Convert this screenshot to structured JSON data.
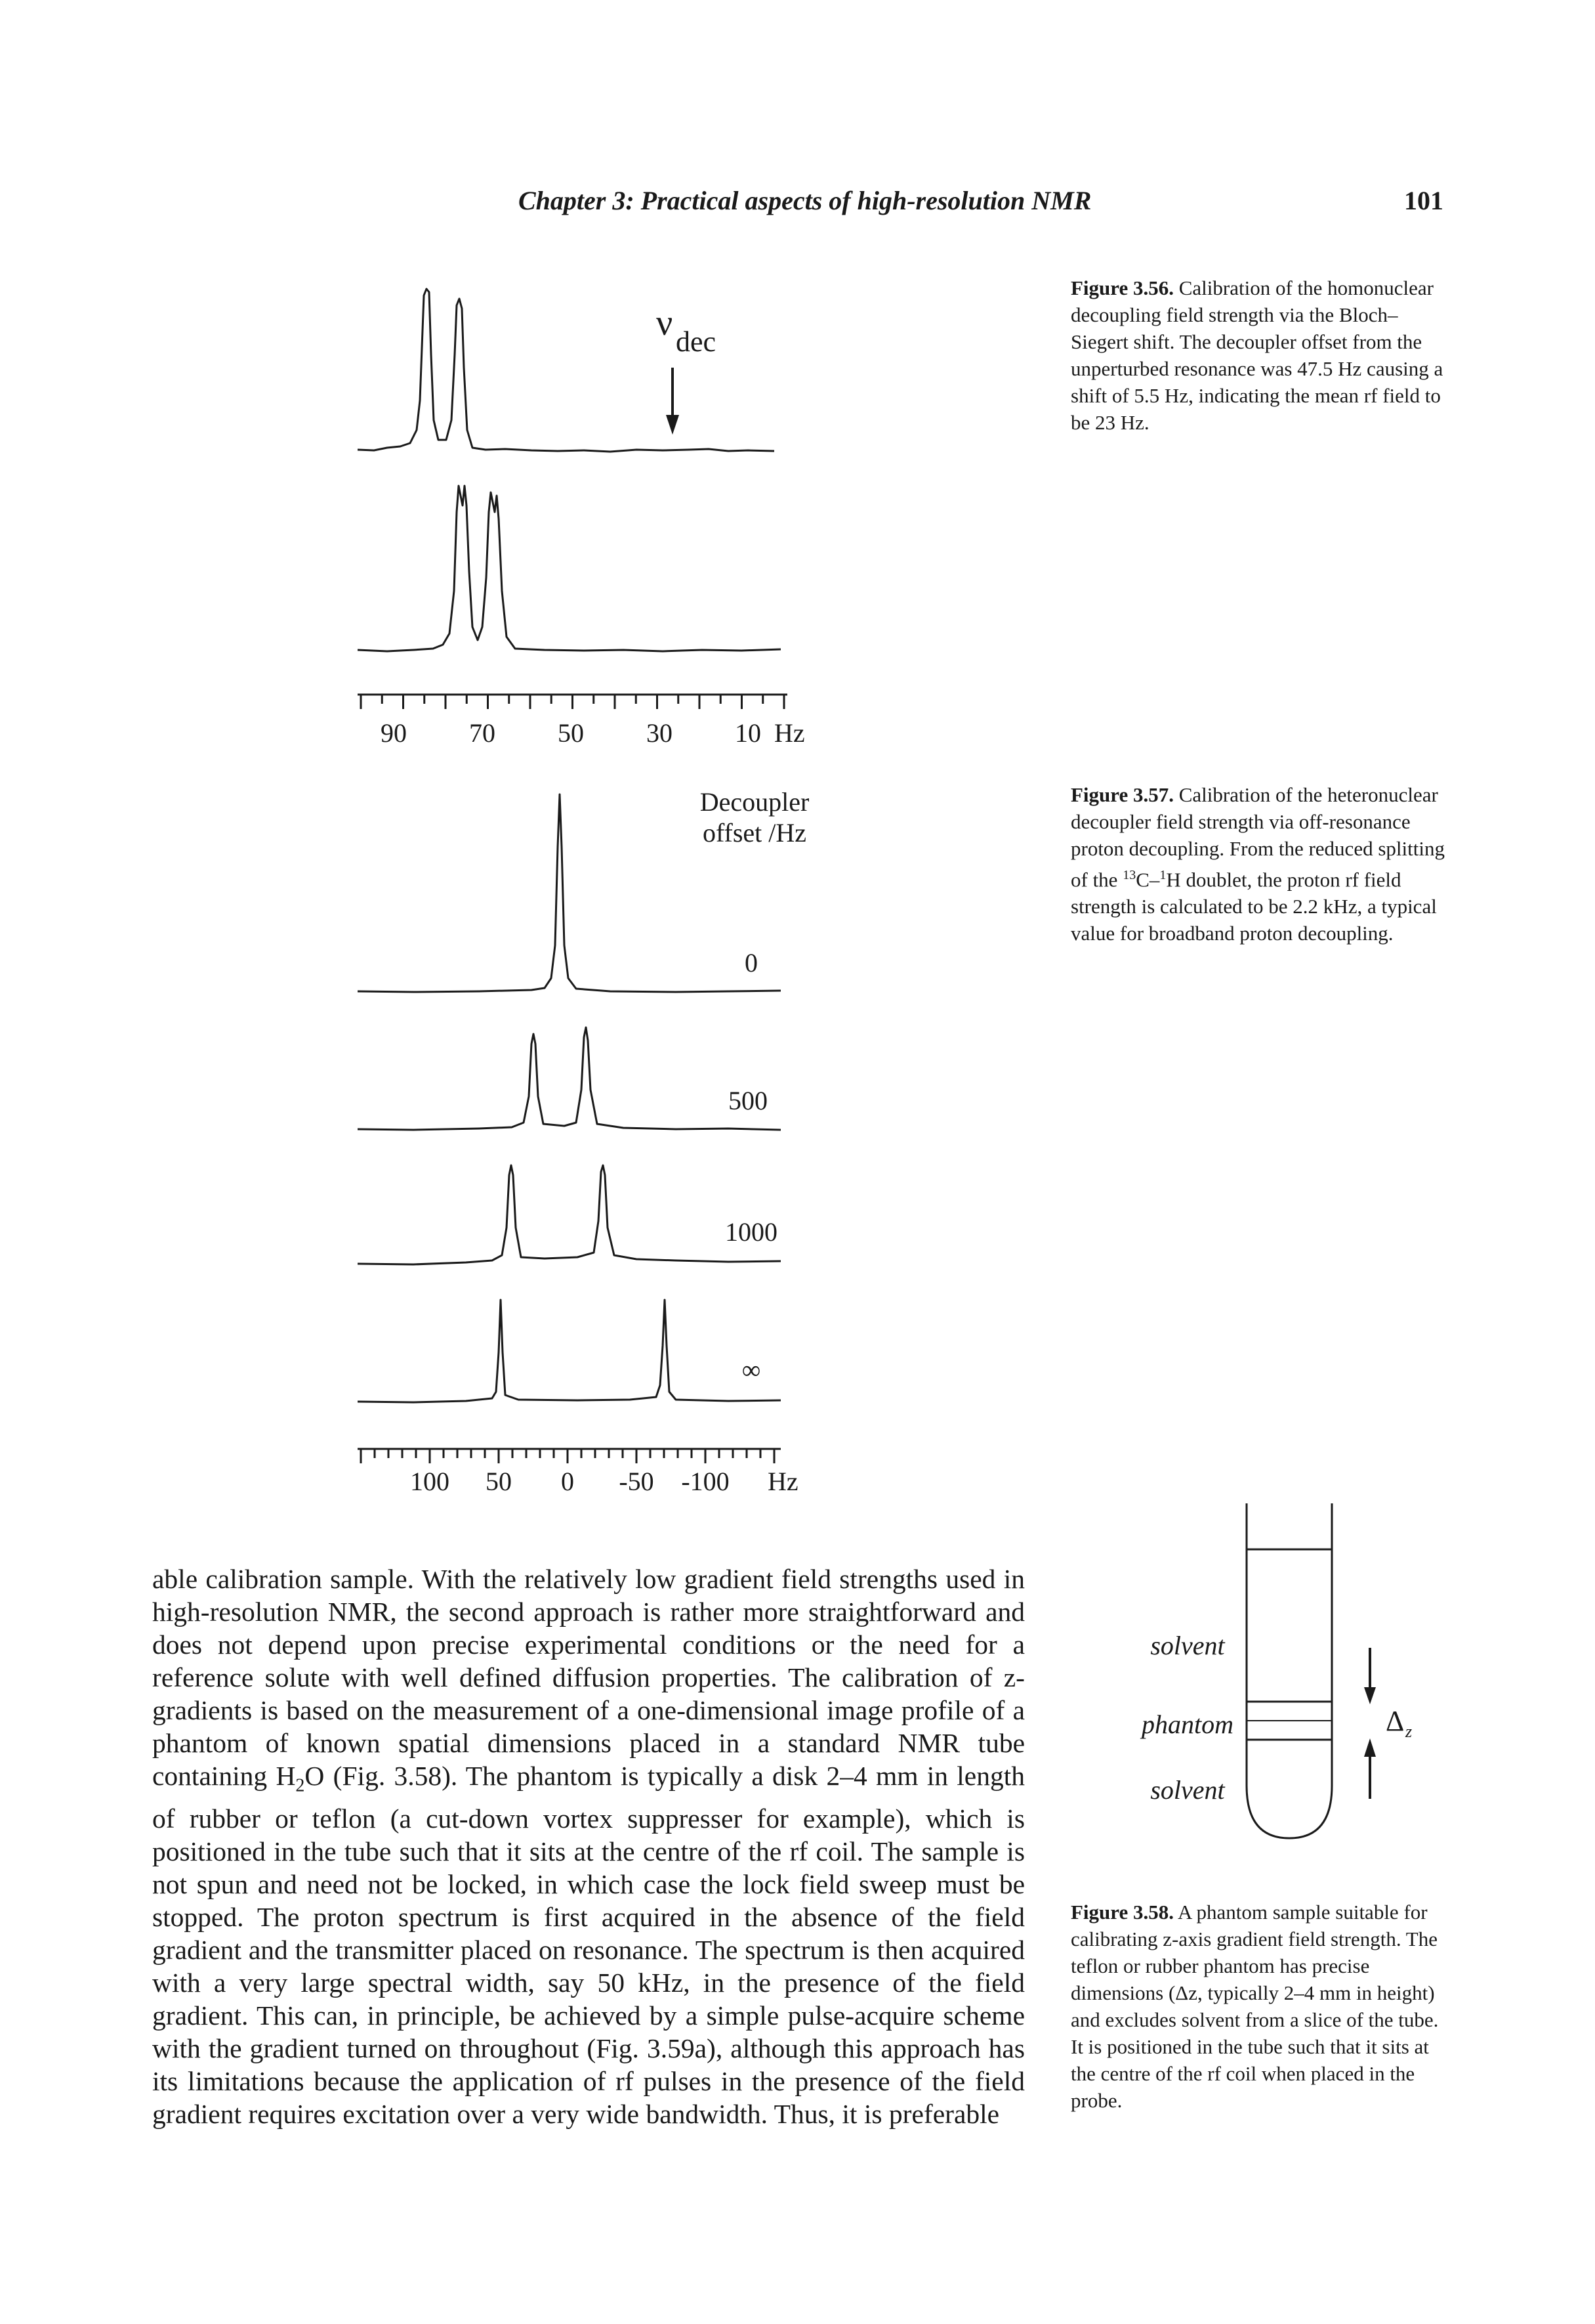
{
  "header": {
    "running_title": "Chapter 3: Practical aspects of high-resolution NMR",
    "page_number": "101"
  },
  "figure_356": {
    "nu_symbol": "ν",
    "nu_subscript": "dec",
    "axis_ticks": [
      "90",
      "70",
      "50",
      "30",
      "10"
    ],
    "axis_unit": "Hz",
    "caption_label": "Figure 3.56.",
    "caption_text": "Calibration of the homonuclear decoupling field strength via the Bloch–Siegert shift. The decoupler offset from the unperturbed resonance was 47.5 Hz causing a shift of 5.5 Hz, indicating the mean rf field to be 23 Hz."
  },
  "figure_357": {
    "offset_label_line1": "Decoupler",
    "offset_label_line2": "offset /Hz",
    "trace_labels": [
      "0",
      "500",
      "1000",
      "∞"
    ],
    "axis_ticks": [
      "100",
      "50",
      "0",
      "-50",
      "-100"
    ],
    "axis_unit": "Hz",
    "caption_label": "Figure 3.57.",
    "caption_pre": "Calibration of the heteronuclear decoupler field strength via off-resonance proton decoupling. From the reduced splitting of the ",
    "caption_sup1": "13",
    "caption_mid": "C–",
    "caption_sup2": "1",
    "caption_post": "H doublet, the proton rf field strength is calculated to be 2.2 kHz, a typical value for broadband proton decoupling."
  },
  "figure_358": {
    "label_solvent_top": "solvent",
    "label_phantom": "phantom",
    "label_solvent_bottom": "solvent",
    "delta_symbol": "Δ",
    "delta_subscript": "z",
    "caption_label": "Figure 3.58.",
    "caption_text": "A phantom sample suitable for calibrating z-axis gradient field strength. The teflon or rubber phantom has precise dimensions (Δz, typically 2–4 mm in height) and excludes solvent from a slice of the tube. It is positioned in the tube such that it sits at the centre of the rf coil when placed in the probe."
  },
  "body": {
    "paragraph_1": "able calibration sample. With the relatively low gradient field strengths used in high-resolution NMR, the second approach is rather more straightforward and does not depend upon precise experimental conditions or the need for a reference solute with well defined diffusion properties. The calibration of z-gradients is based on the measurement of a one-dimensional image profile of a phantom of known spatial dimensions placed in a standard NMR tube containing ",
    "h2o_h": "H",
    "h2o_sub": "2",
    "h2o_o": "O",
    "paragraph_2": " (Fig. 3.58). The phantom is typically a disk 2–4 mm in length of rubber or teflon (a cut-down vortex suppresser for example), which is positioned in the tube such that it sits at the centre of the rf coil. The sample is not spun and need not be locked, in which case the lock field sweep must be stopped. The proton spectrum is first acquired in the absence of the field gradient and the transmitter placed on resonance. The spectrum is then acquired with a very large spectral width, say 50 kHz, in the presence of the field gradient. This can, in principle, be achieved by a simple pulse-acquire scheme with the gradient turned on throughout (Fig. 3.59a), although this approach has its limitations because the application of rf pulses in the presence of the field gradient requires excitation over a very wide bandwidth. Thus, it is preferable"
  }
}
